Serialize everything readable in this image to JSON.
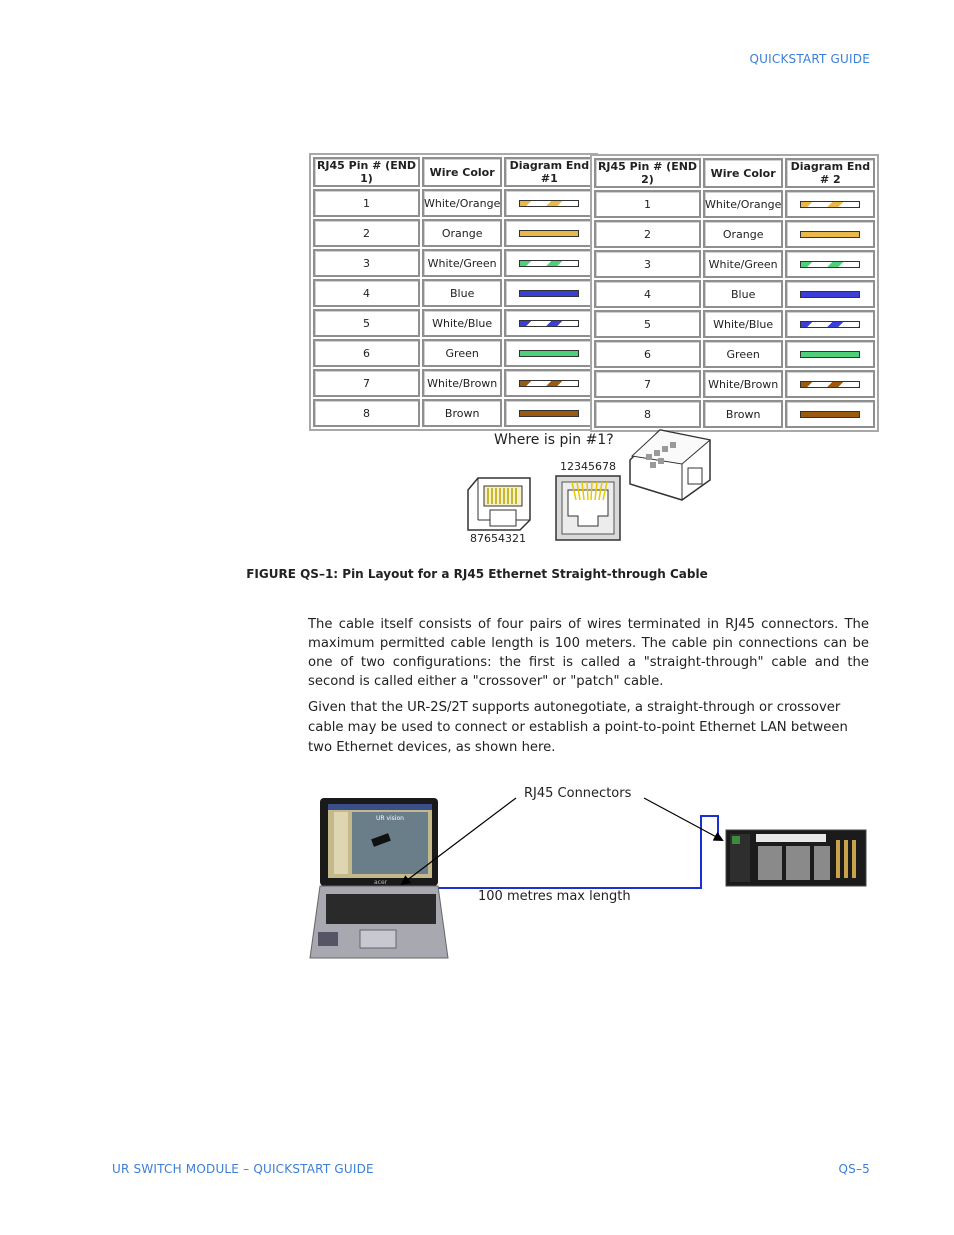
{
  "header": {
    "title": "QUICKSTART GUIDE"
  },
  "table1": {
    "headers": {
      "pin": "RJ45 Pin # (END 1)",
      "color": "Wire Color",
      "diagram": "Diagram End #1"
    },
    "rows": [
      {
        "pin": "1",
        "color": "White/Orange"
      },
      {
        "pin": "2",
        "color": "Orange"
      },
      {
        "pin": "3",
        "color": "White/Green"
      },
      {
        "pin": "4",
        "color": "Blue"
      },
      {
        "pin": "5",
        "color": "White/Blue"
      },
      {
        "pin": "6",
        "color": "Green"
      },
      {
        "pin": "7",
        "color": "White/Brown"
      },
      {
        "pin": "8",
        "color": "Brown"
      }
    ]
  },
  "table2": {
    "headers": {
      "pin": "RJ45 Pin # (END 2)",
      "color": "Wire Color",
      "diagram": "Diagram End # 2"
    },
    "rows": [
      {
        "pin": "1",
        "color": "White/Orange"
      },
      {
        "pin": "2",
        "color": "Orange"
      },
      {
        "pin": "3",
        "color": "White/Green"
      },
      {
        "pin": "4",
        "color": "Blue"
      },
      {
        "pin": "5",
        "color": "White/Blue"
      },
      {
        "pin": "6",
        "color": "Green"
      },
      {
        "pin": "7",
        "color": "White/Brown"
      },
      {
        "pin": "8",
        "color": "Brown"
      }
    ]
  },
  "wire_colors": {
    "orange": "#e8b84a",
    "green": "#4ed07a",
    "blue": "#3b3fd8",
    "brown": "#9a5a10"
  },
  "connector_figure": {
    "question": "Where is pin #1?",
    "pins_left": "87654321",
    "pins_right": "12345678"
  },
  "figure_caption": "FIGURE QS–1: Pin Layout for a RJ45 Ethernet Straight-through Cable",
  "paragraphs": [
    "The cable itself consists of four pairs of wires terminated in RJ45 connectors. The maximum permitted cable length is 100 meters. The cable pin connections can be one of two configurations: the first is called a \"straight-through\" cable and the second is called either a \"crossover\" or \"patch\" cable.",
    "Given that the UR-2S/2T supports autonegotiate, a straight-through or crossover cable may be used to connect or establish a point-to-point Ethernet LAN between two Ethernet devices, as shown here."
  ],
  "network_diagram": {
    "connectors_label": "RJ45 Connectors",
    "length_label": "100 metres max length",
    "laptop_brand": "acer",
    "laptop_screen_text": "UR vision"
  },
  "footer": {
    "left": "UR SWITCH MODULE – QUICKSTART GUIDE",
    "right": "QS–5"
  }
}
